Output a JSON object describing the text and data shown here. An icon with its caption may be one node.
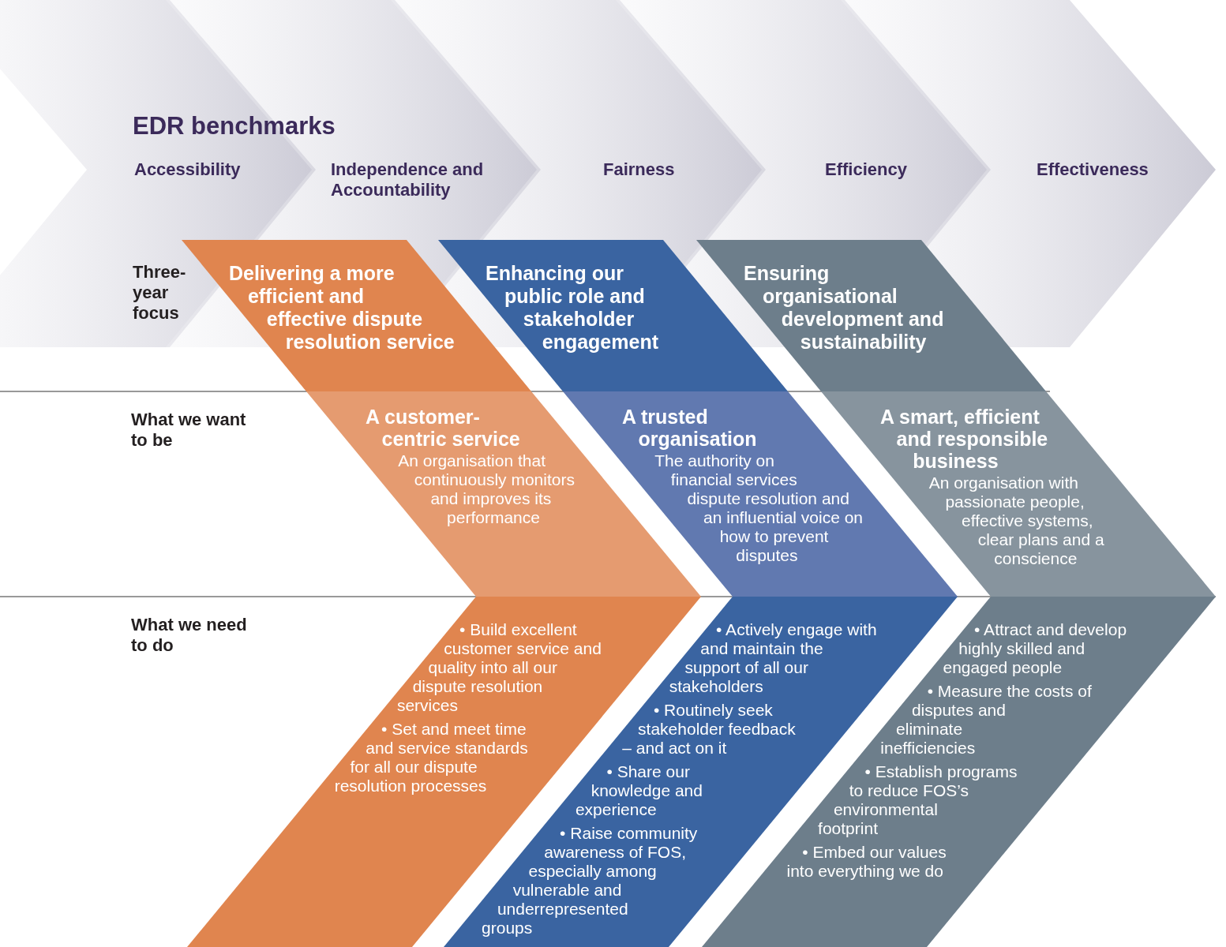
{
  "diagram": {
    "title": "EDR benchmarks",
    "nodes": [
      {
        "text": [
          "Accessibility"
        ]
      },
      {
        "text": [
          "Independence and Accountability"
        ]
      },
      {
        "text": [
          "Fairness"
        ]
      },
      {
        "text": [
          "Efficiency"
        ]
      },
      {
        "text": [
          "Effectiveness"
        ]
      },
      {
        "text": [
          "Delivering a more efficient and effective dispute resolution service"
        ]
      },
      {
        "text": [
          "Enhancing our public role and stakeholder engagement"
        ]
      },
      {
        "text": [
          "Ensuring organisational development and sustainability"
        ]
      },
      {
        "text": [
          "A customer-centric service",
          "An organisation that continuously monitors and improves its performance"
        ]
      },
      {
        "text": [
          "A trusted organisation",
          "The authority on financial services dispute resolution and an influential voice on how to prevent disputes"
        ]
      },
      {
        "text": [
          "A smart, efficient and responsible business",
          "An organisation with passionate people, effective systems, clear plans and a conscience"
        ]
      },
      {
        "text": [
          "• Build excellent customer service and quality into all our dispute resolution services",
          "• Set and meet time and service standards for all our dispute resolution processes"
        ]
      },
      {
        "text": [
          "• Actively engage with and maintain the support of all our stakeholders",
          "• Routinely seek stakeholder feedback – and act on it",
          "• Share our knowledge and experience",
          "• Raise community awareness of FOS, especially among vulnerable and underrepresented groups"
        ]
      },
      {
        "text": [
          "• Attract and develop highly skilled and engaged people",
          "• Measure the costs of disputes and eliminate inefficiencies",
          "• Establish programs to reduce FOS’s environmental footprint",
          "• Embed our values into everything we do"
        ]
      }
    ],
    "labels": [
      "Three-year focus",
      "What we want to be",
      "What we need to do"
    ]
  }
}
